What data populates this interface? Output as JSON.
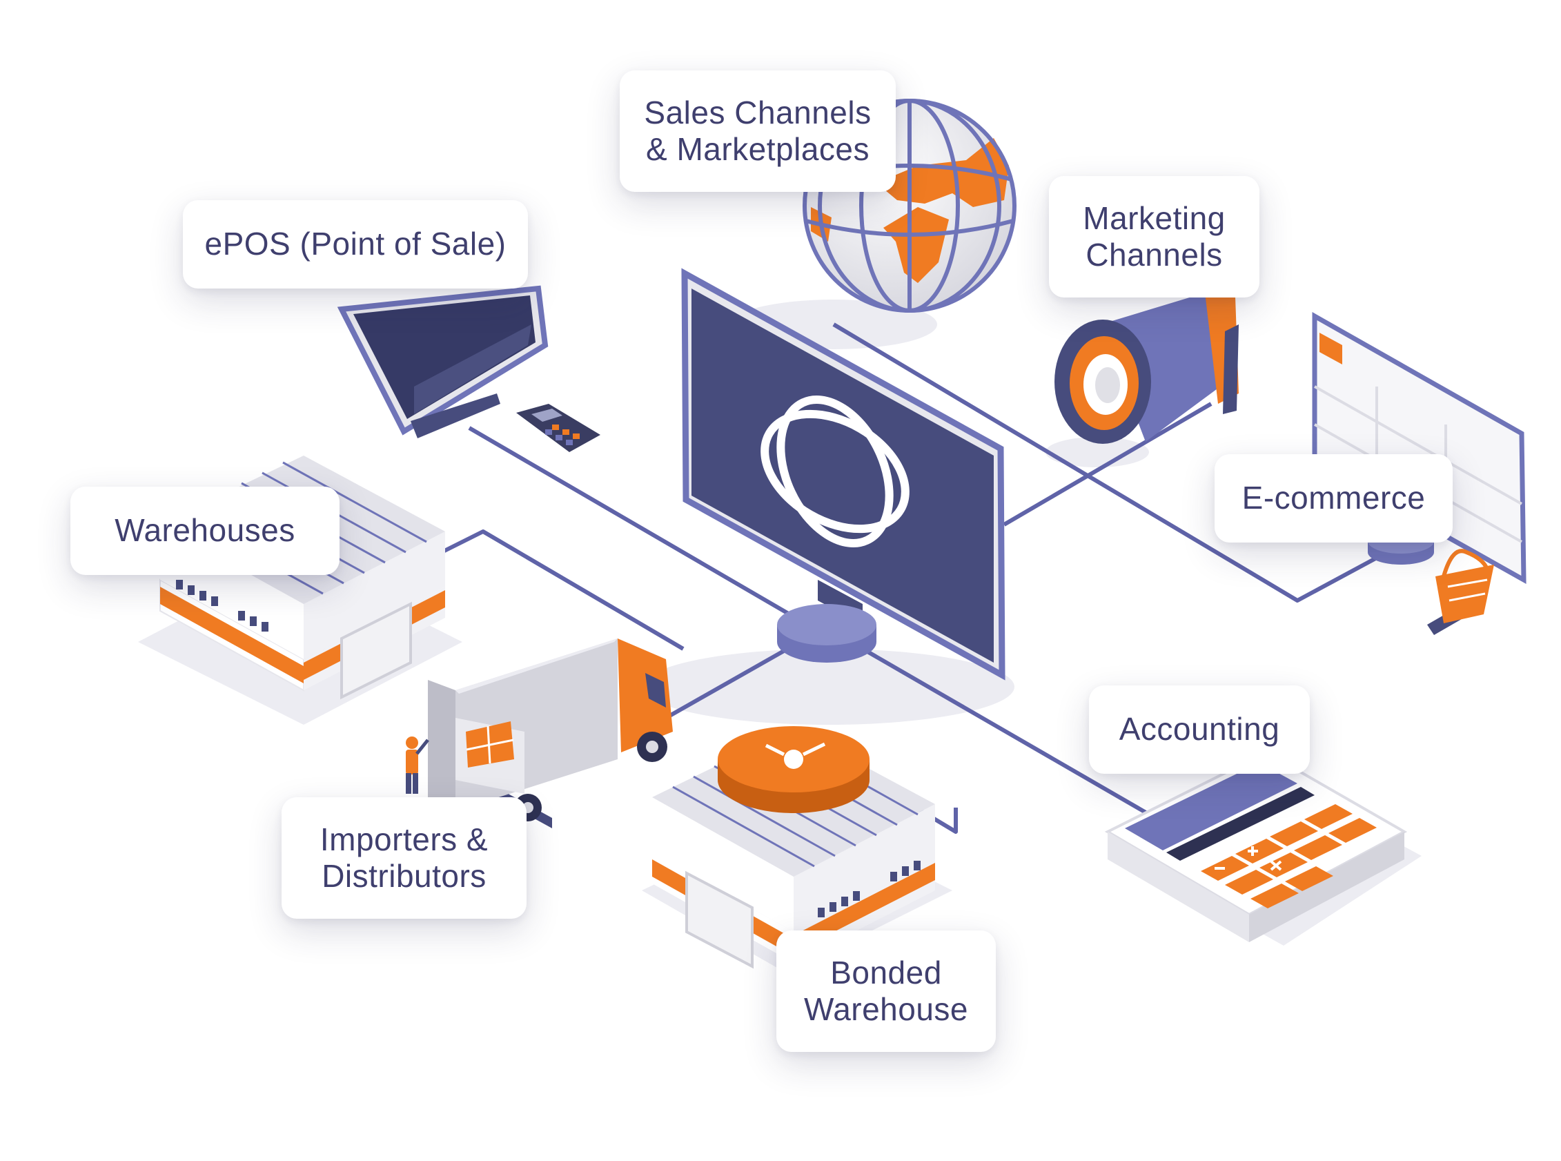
{
  "colors": {
    "navy": "#474c7d",
    "lavender": "#6f74b8",
    "orange": "#f07b22",
    "line": "#5f63a8",
    "grey": "#dcdce4"
  },
  "nodes": {
    "sales": {
      "lines": [
        "Sales Channels",
        "& Marketplaces"
      ],
      "icon": "globe-icon"
    },
    "epos": {
      "lines": [
        "ePOS (Point of Sale)"
      ],
      "icon": "pos-terminal-icon"
    },
    "marketing": {
      "lines": [
        "Marketing",
        "Channels"
      ],
      "icon": "megaphone-icon"
    },
    "ecommerce": {
      "lines": [
        "E-commerce"
      ],
      "icon": "shopping-basket-icon"
    },
    "warehouses": {
      "lines": [
        "Warehouses"
      ],
      "icon": "warehouse-icon"
    },
    "accounting": {
      "lines": [
        "Accounting"
      ],
      "icon": "calculator-icon"
    },
    "importers": {
      "lines": [
        "Importers &",
        "Distributors"
      ],
      "icon": "truck-icon"
    },
    "bonded": {
      "lines": [
        "Bonded",
        "Warehouse"
      ],
      "icon": "bonded-warehouse-icon"
    }
  },
  "hub": {
    "icon": "orbit-logo-icon"
  }
}
